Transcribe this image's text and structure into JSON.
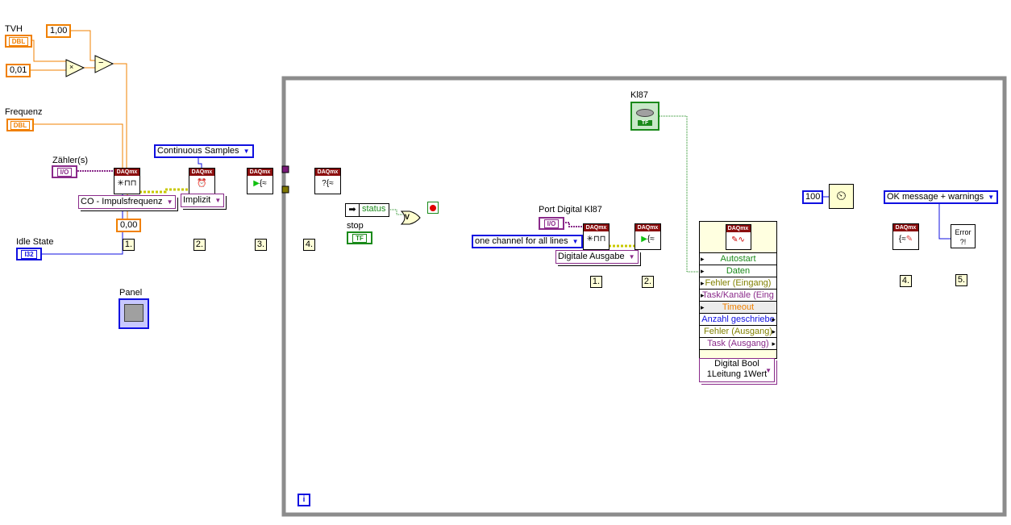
{
  "left": {
    "tvh_label": "TVH",
    "tvh_type": "DBL",
    "const_100": "1,00",
    "const_001": "0,01",
    "multiply_op": "×",
    "subtract_op": "−",
    "frequenz_label": "Frequenz",
    "frequenz_type": "DBL",
    "zaehler_label": "Zähler(s)",
    "zaehler_type": "I/O",
    "co_ring": "CO - Impulsfrequenz",
    "const_000": "0,00",
    "idle_label": "Idle State",
    "idle_type": "I32",
    "continuous_ring": "Continuous Samples",
    "implizit_ring": "Implizit",
    "panel_label": "Panel",
    "daqmx": "DAQmx",
    "steps": [
      "1.",
      "2.",
      "3.",
      "4."
    ]
  },
  "loop": {
    "status_label": "status",
    "stop_label": "stop",
    "stop_type": "TF",
    "or_op": "V",
    "info": "i",
    "kl87_label": "Kl87",
    "kl87_type": "TF",
    "port_label": "Port Digital Kl87",
    "port_type": "I/O",
    "lines_ring": "one channel for all lines",
    "digital_ring": "Digitale Ausgabe",
    "steps_right": [
      "1.",
      "2.",
      "4.",
      "5."
    ],
    "write_rows": [
      "Autostart",
      "Daten",
      "Fehler (Eingang)",
      "Task/Kanäle (Eing",
      "Timeout",
      "Anzahl geschriebe",
      "Fehler (Ausgang)",
      "Task (Ausgang)"
    ],
    "digital_bool_line1": "Digital Bool",
    "digital_bool_line2": "1Leitung 1Wert",
    "wait_const": "100",
    "error_ring": "OK message + warnings",
    "error_icon": "Error ?!"
  },
  "colors": {
    "task_wire": "#8a2a8a",
    "error_wire": "#c8c800",
    "dbl": "#f08000",
    "i32": "#1010e0",
    "bool": "#1a8a1a",
    "loop": "#8c8c8c"
  }
}
